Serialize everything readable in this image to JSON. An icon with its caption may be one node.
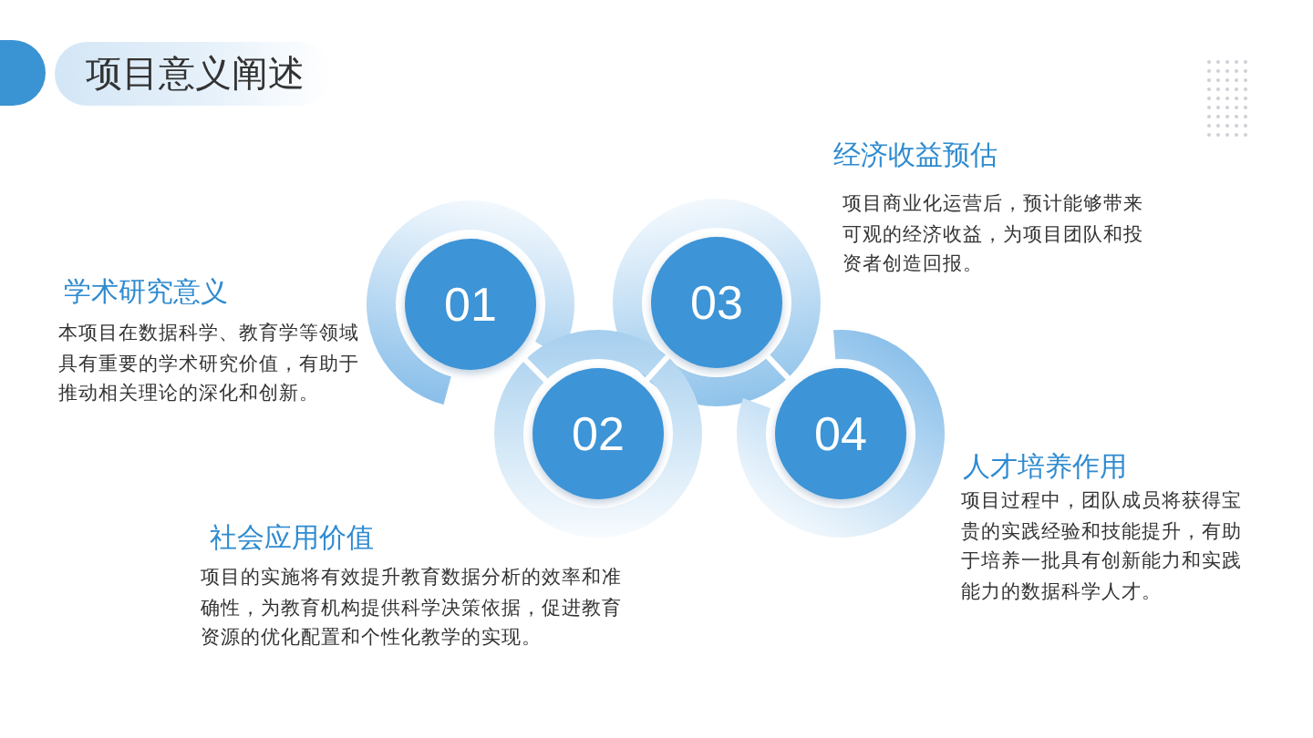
{
  "diagram": {
    "title": "项目意义阐述",
    "nodes": [
      {
        "text": [
          "01"
        ],
        "beside": [
          "学术研究意义",
          "本项目在数据科学、教育学等领域具有重要的学术研究价值，有助于推动相关理论的深化和创新。"
        ]
      },
      {
        "text": [
          "02"
        ],
        "beside": [
          "社会应用价值",
          "项目的实施将有效提升教育数据分析的效率和准确性，为教育机构提供科学决策依据，促进教育资源的优化配置和个性化教学的实现。"
        ]
      },
      {
        "text": [
          "03"
        ],
        "beside": [
          "经济收益预估",
          "项目商业化运营后，预计能够带来可观的经济收益，为项目团队和投资者创造回报。"
        ]
      },
      {
        "text": [
          "04"
        ],
        "beside": [
          "人才培养作用",
          "项目过程中，团队成员将获得宝贵的实践经验和技能提升，有助于培养一批具有创新能力和实践能力的数据科学人才。"
        ]
      }
    ],
    "edges": [
      {
        "from": 0,
        "to": 1,
        "arrow": "none"
      },
      {
        "from": 1,
        "to": 2,
        "arrow": "none"
      },
      {
        "from": 2,
        "to": 3,
        "arrow": "none"
      }
    ]
  }
}
